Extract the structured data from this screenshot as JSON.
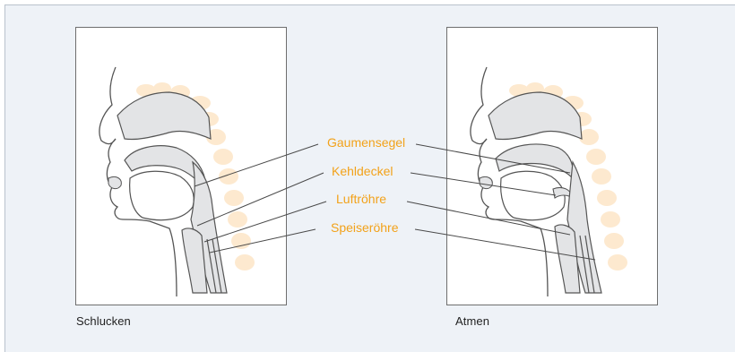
{
  "panels": {
    "left_caption": "Schlucken",
    "right_caption": "Atmen"
  },
  "labels": {
    "palate": "Gaumensegel",
    "epiglottis": "Kehldeckel",
    "trachea": "Luftröhre",
    "esophagus": "Speiseröhre"
  },
  "colors": {
    "label": "#f2a21a",
    "tissue": "#e3e4e6",
    "vertebrae": "#fde9cf",
    "outline": "#555555",
    "background": "#eef2f7"
  }
}
